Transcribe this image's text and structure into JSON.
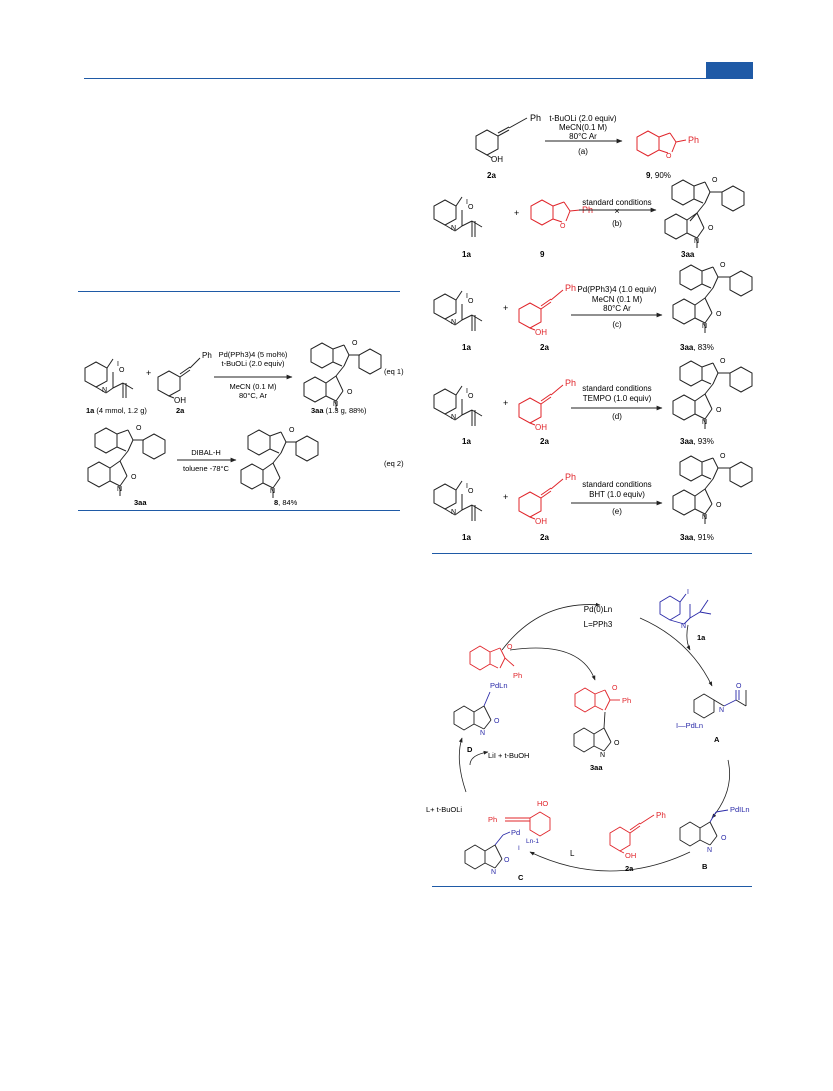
{
  "scheme_a": {
    "cond1": "t-BuOLi (2.0 equiv)",
    "cond2": "MeCN(0.1 M)",
    "cond3": "80°C Ar",
    "label": "(a)",
    "sub_label": "2a",
    "sub_ph": "Ph",
    "sub_oh": "OH",
    "prod_label": "9",
    "prod_yield": ", 90%",
    "prod_ph": "Ph"
  },
  "scheme_b": {
    "cond1": "standard conditions",
    "label": "(b)",
    "l1": "1a",
    "l2": "9",
    "l3": "3aa"
  },
  "scheme_c": {
    "cond1": "Pd(PPh3)4 (1.0 equiv)",
    "cond2": "MeCN (0.1 M)",
    "cond3": "80°C Ar",
    "label": "(c)",
    "l1": "1a",
    "l2": "2a",
    "l3": "3aa",
    "yield": ", 83%"
  },
  "scheme_d": {
    "cond1": "standard conditions",
    "cond2": "TEMPO (1.0 equiv)",
    "label": "(d)",
    "l1": "1a",
    "l2": "2a",
    "l3": "3aa",
    "yield": ", 93%"
  },
  "scheme_e": {
    "cond1": "standard conditions",
    "cond2": "BHT (1.0 equiv)",
    "label": "(e)",
    "l1": "1a",
    "l2": "2a",
    "l3": "3aa",
    "yield": ", 91%"
  },
  "eq1": {
    "cond1": "Pd(PPh3)4 (5 mol%)",
    "cond2": "t-BuOLi (2.0 equiv)",
    "cond3": "MeCN (0.1 M)",
    "cond4": "80°C, Ar",
    "tag": "(eq 1)",
    "l1": "1a",
    "l1_detail": " (4 mmol, 1.2 g)",
    "l2": "2a",
    "l3": "3aa",
    "l3_detail": " (1.3 g, 88%)"
  },
  "eq2": {
    "cond1": "DIBAL-H",
    "cond2": "toluene -78°C",
    "tag": "(eq 2)",
    "l1": "3aa",
    "l2": "8",
    "l2_detail": ", 84%"
  },
  "mech": {
    "catalyst": "Pd(0)Ln",
    "ligand": "L=PPh3",
    "l_1a": "1a",
    "l_A": "A",
    "l_B": "B",
    "l_C": "C",
    "l_D": "D",
    "l_3aa": "3aa",
    "l_2a": "2a",
    "lii": "LiI + t-BuOH",
    "libuo": "L+ t-BuOLi",
    "L": "L",
    "pdiln": "PdILn",
    "ipdln": "I—PdLn",
    "pdln": "PdLn",
    "pd": "Pd",
    "ln1": "Ln-1",
    "ph": "Ph",
    "ho": "HO",
    "oh": "OH",
    "o": "O",
    "n": "N",
    "i": "I"
  },
  "colors": {
    "accent": "#1f5aa6",
    "red": "#e0242a",
    "blue": "#2a2aa8"
  }
}
